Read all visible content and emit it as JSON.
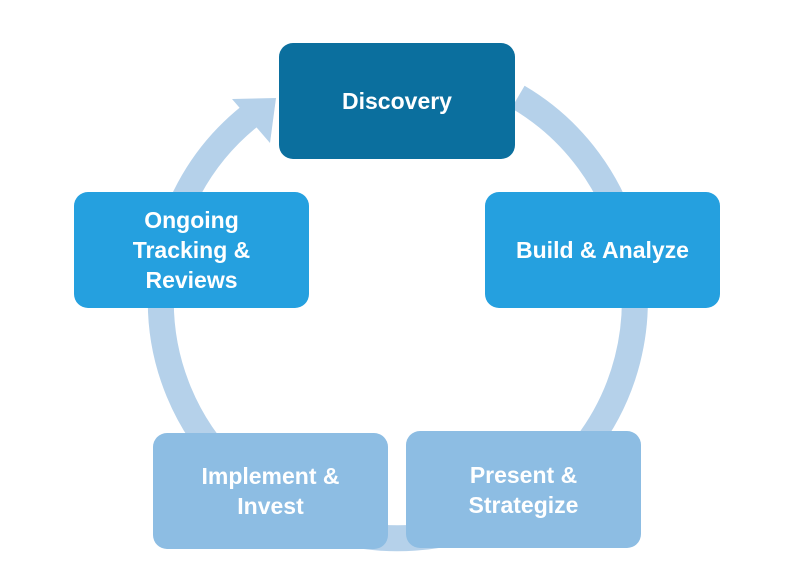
{
  "diagram": {
    "type": "cycle",
    "ring_color": "#b5d1ea",
    "steps": [
      {
        "id": "discovery",
        "label": "Discovery",
        "color": "#0b6f9e"
      },
      {
        "id": "build",
        "label": "Build & Analyze",
        "color": "#25a0df"
      },
      {
        "id": "present",
        "label": "Present &\nStrategize",
        "color": "#8dbde3"
      },
      {
        "id": "implement",
        "label": "Implement &\nInvest",
        "color": "#8dbde3"
      },
      {
        "id": "ongoing",
        "label": "Ongoing\nTracking &\nReviews",
        "color": "#25a0df"
      }
    ],
    "flow": [
      "discovery",
      "build",
      "present",
      "implement",
      "ongoing",
      "discovery"
    ]
  }
}
